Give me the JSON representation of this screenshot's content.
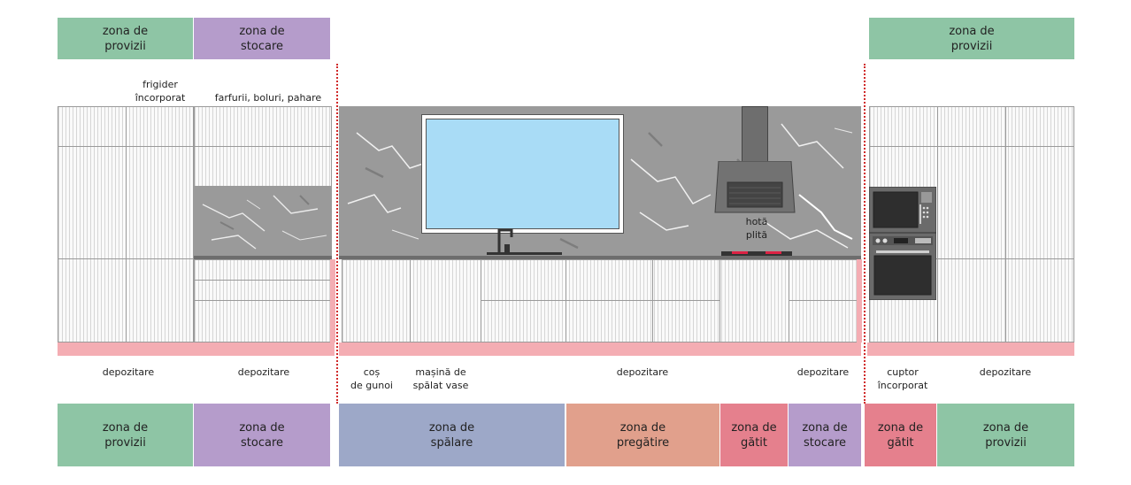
{
  "top_zones": [
    {
      "label": "zona de\nprovizii",
      "color": "#8ec5a5"
    },
    {
      "label": "zona de\nstocare",
      "color": "#b59ccb"
    },
    {
      "label": "zona de\nprovizii",
      "color": "#8ec5a5"
    }
  ],
  "upper_labels": {
    "fridge": "frigider\nîncorporat",
    "dishes": "farfurii, boluri, pahare",
    "hood": "hotă\nplită"
  },
  "lower_labels": [
    {
      "text": "depozitare"
    },
    {
      "text": "depozitare"
    },
    {
      "text": "coș\nde gunoi"
    },
    {
      "text": "mașină de\nspălat vase"
    },
    {
      "text": "depozitare"
    },
    {
      "text": "depozitare"
    },
    {
      "text": "cuptor\nîncorporat"
    },
    {
      "text": "depozitare"
    }
  ],
  "bottom_zones": [
    {
      "label": "zona de\nprovizii",
      "color": "#8ec5a5"
    },
    {
      "label": "zona de\nstocare",
      "color": "#b59ccb"
    },
    {
      "label": "zona de\nspălare",
      "color": "#9da8c8"
    },
    {
      "label": "zona de\npregătire",
      "color": "#e1a08c"
    },
    {
      "label": "zona de\ngătit",
      "color": "#e5808d"
    },
    {
      "label": "zona de\nstocare",
      "color": "#b59ccb"
    },
    {
      "label": "zona de\ngătit",
      "color": "#e5808d"
    },
    {
      "label": "zona de\nprovizii",
      "color": "#8ec5a5"
    }
  ],
  "divider_color": "#d02a2a",
  "plinth_color": "#f4adb3",
  "window_color": "#a9dcf6"
}
